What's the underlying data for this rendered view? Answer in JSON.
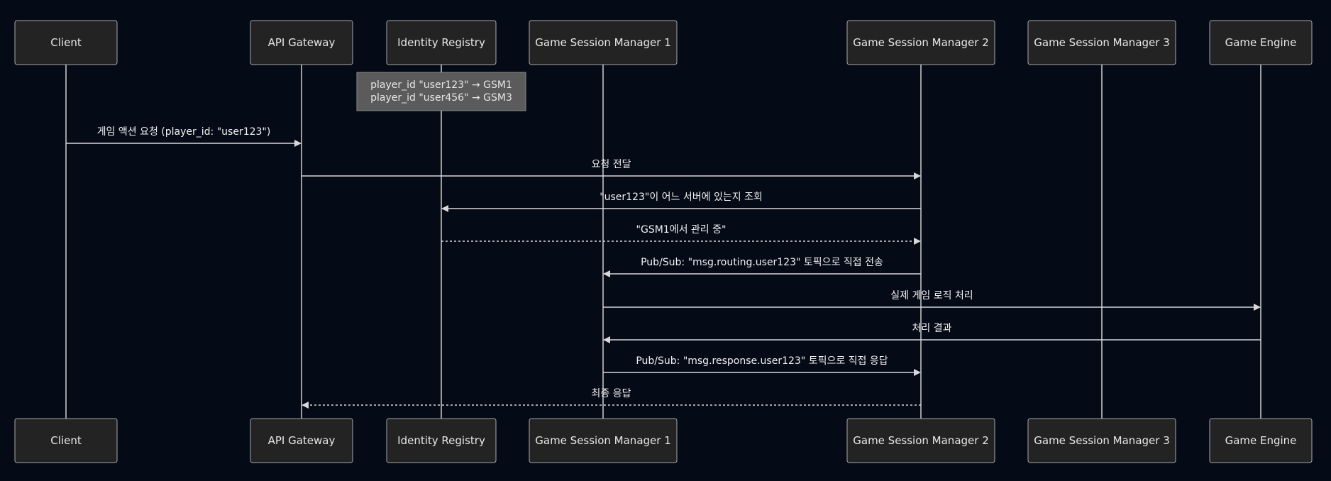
{
  "actors": [
    {
      "id": "client",
      "label": "Client"
    },
    {
      "id": "gateway",
      "label": "API Gateway"
    },
    {
      "id": "registry",
      "label": "Identity Registry"
    },
    {
      "id": "gsm1",
      "label": "Game Session Manager 1"
    },
    {
      "id": "gsm2",
      "label": "Game Session Manager 2"
    },
    {
      "id": "gsm3",
      "label": "Game Session Manager 3"
    },
    {
      "id": "engine",
      "label": "Game Engine"
    }
  ],
  "note": {
    "actor": "registry",
    "lines": [
      "player_id \"user123\" → GSM1",
      "player_id \"user456\" → GSM3"
    ]
  },
  "messages": [
    {
      "from": "client",
      "to": "gateway",
      "label": "게임 액션 요청 (player_id: \"user123\")",
      "style": "solid"
    },
    {
      "from": "gateway",
      "to": "gsm2",
      "label": "요청 전달",
      "style": "solid"
    },
    {
      "from": "gsm2",
      "to": "registry",
      "label": "\"user123\"이 어느 서버에 있는지 조회",
      "style": "solid"
    },
    {
      "from": "registry",
      "to": "gsm2",
      "label": "\"GSM1에서 관리 중\"",
      "style": "dashed"
    },
    {
      "from": "gsm2",
      "to": "gsm1",
      "label": "Pub/Sub: \"msg.routing.user123\" 토픽으로 직접 전송",
      "style": "solid"
    },
    {
      "from": "gsm1",
      "to": "engine",
      "label": "실제 게임 로직 처리",
      "style": "solid"
    },
    {
      "from": "engine",
      "to": "gsm1",
      "label": "처리 결과",
      "style": "solid"
    },
    {
      "from": "gsm1",
      "to": "gsm2",
      "label": "Pub/Sub: \"msg.response.user123\" 토픽으로 직접 응답",
      "style": "solid"
    },
    {
      "from": "gsm2",
      "to": "gateway",
      "label": "최종 응답",
      "style": "dashed"
    }
  ]
}
